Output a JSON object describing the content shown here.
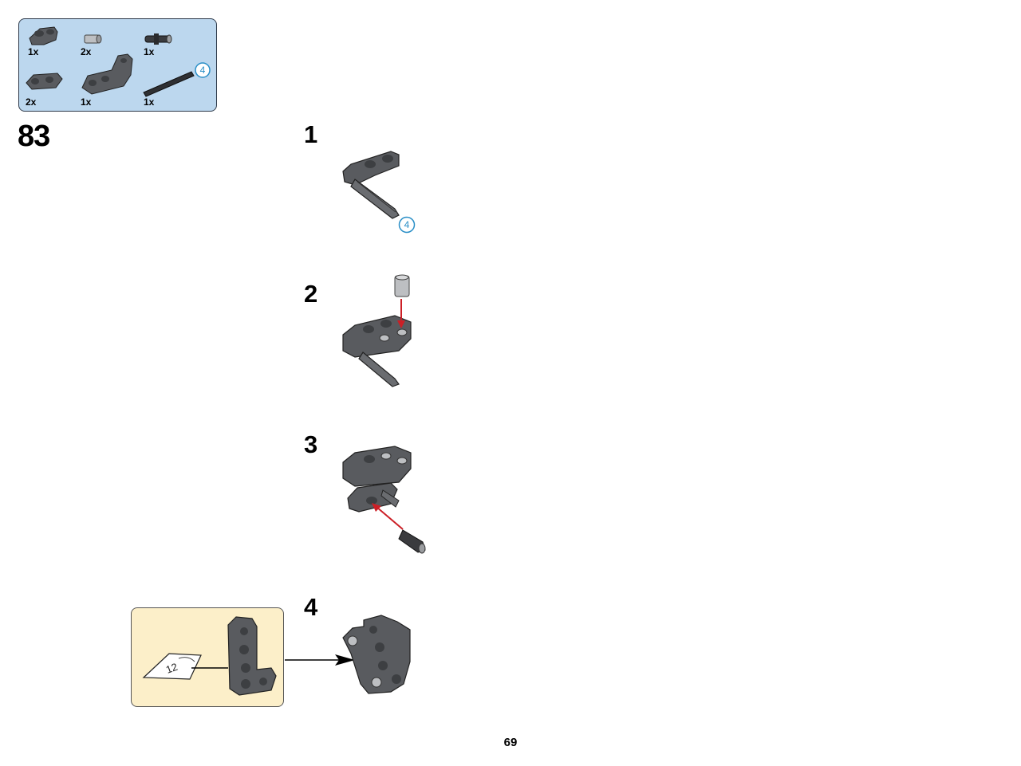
{
  "parts_list": {
    "items": [
      {
        "qty": "1x",
        "icon": "bent-beam-small-icon"
      },
      {
        "qty": "2x",
        "icon": "bush-light-gray-icon"
      },
      {
        "qty": "1x",
        "icon": "pin-connector-dark-icon"
      },
      {
        "qty": "2x",
        "icon": "beam-2-pin-icon"
      },
      {
        "qty": "1x",
        "icon": "l-beam-icon"
      },
      {
        "qty": "1x",
        "icon": "axle-4-icon"
      }
    ],
    "axle_length_badge": "4"
  },
  "main_step_number": "83",
  "sub_steps": [
    {
      "number": "1",
      "badge": "4"
    },
    {
      "number": "2"
    },
    {
      "number": "3"
    },
    {
      "number": "4"
    }
  ],
  "callout": {
    "template_number": "12"
  },
  "page_number": "69",
  "colors": {
    "parts_box_bg": "#bcd7ee",
    "callout_bg": "#fcefc9",
    "arrow_red": "#cc1f26",
    "part_dark": "#595b5f",
    "part_light": "#bdbfc2",
    "badge_blue": "#2a8fc7"
  }
}
